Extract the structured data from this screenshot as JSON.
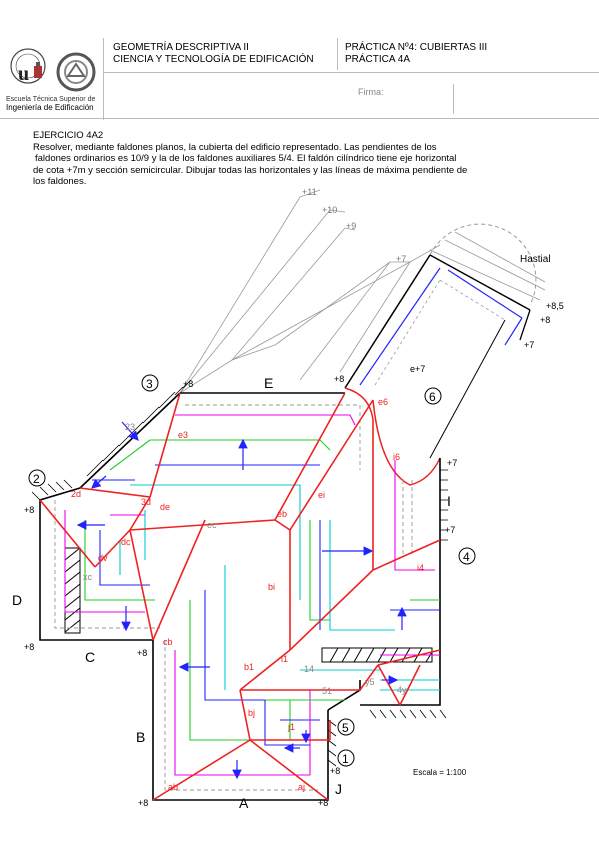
{
  "header": {
    "course_line1": "GEOMETRÍA DESCRIPTIVA II",
    "course_line2": "CIENCIA Y TECNOLOGÍA DE EDIFICACIÓN",
    "practice_line1": "PRÁCTICA Nº4: CUBIERTAS III",
    "practice_line2": "PRÁCTICA 4A",
    "firma": "Firma:",
    "school_line1": "Escuela Técnica Superior de",
    "school_line2": "Ingeniería de Edificación"
  },
  "exercise": {
    "title": "EJERCICIO 4A2",
    "line1": "Resolver, mediante faldones planos, la cubierta del edificio representado. Las pendientes de los",
    "line2": "faldones ordinarios es 10/9 y la de los faldones auxiliares 5/4. El faldón cilíndrico tiene eje horizontal",
    "line3": "de cota +7m  y sección semicircular. Dibujar todas las horizontales y las líneas de máxima pendiente de",
    "line4": "los faldones."
  },
  "drawing": {
    "hastial": "Hastial",
    "scale": "Escala = 1:100",
    "elevations": {
      "e11": "+11",
      "e10": "+10",
      "e9": "+9",
      "e7top": "+7",
      "e85": "+8,5",
      "e8right": "+8",
      "e7right": "+7",
      "e7mid": "+7",
      "e7lower": "+7",
      "e8_3": "+8",
      "e8_E": "+8",
      "e8_2": "+8",
      "e8_C": "+8",
      "e8_cb": "+8",
      "e8_bl": "+8",
      "e8_br": "+8",
      "e8_J": "+8"
    },
    "side_letters": {
      "A": "A",
      "B": "B",
      "C": "C",
      "D": "D",
      "E": "E",
      "I": "I",
      "J": "J"
    },
    "circled": {
      "n1": "1",
      "n2": "2",
      "n3": "3",
      "n4": "4",
      "n5": "5",
      "n6": "6"
    },
    "faldon_labels": {
      "e3": "e3",
      "e6": "e6",
      "i6": "i6",
      "e7": "e+7",
      "d23": "23",
      "d2d": "2d",
      "d3d": "3d",
      "de": "de",
      "ec": "ec",
      "eb": "eb",
      "ei": "ei",
      "dc": "dc",
      "dv": "dv",
      "xc": "xc",
      "bi": "bi",
      "cb": "cb",
      "b1": "b1",
      "i1": "i1",
      "i14": "14",
      "i4": "i4",
      "n51": "51",
      "y5": "y5",
      "y4": "4y",
      "bj": "bj",
      "j1": "j1",
      "ab": "ab",
      "aj": "aj"
    }
  }
}
